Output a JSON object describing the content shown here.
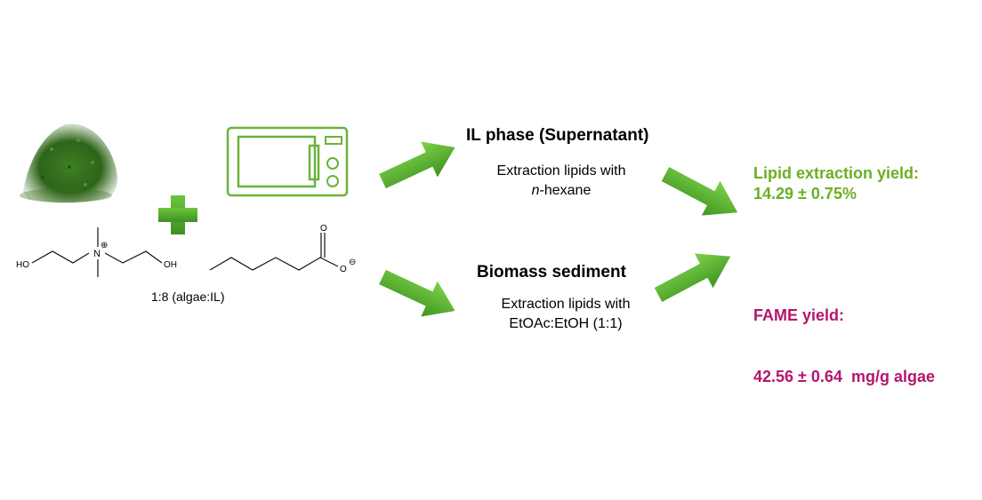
{
  "colors": {
    "arrow_green": "#5db52c",
    "microwave_green": "#6bb33b",
    "algae_green": "#2f6a1a",
    "yield_green": "#6ab023",
    "yield_magenta": "#b5156e"
  },
  "icons": {
    "algae_powder": "algae-powder-icon",
    "plus": "plus-icon",
    "microwave": "microwave-icon"
  },
  "chem": {
    "cation_ho_left": "HO",
    "cation_n": "N",
    "cation_charge": "⊕",
    "cation_oh_right": "OH",
    "anion_o_top": "O",
    "anion_o_right": "O",
    "anion_charge": "⊖"
  },
  "ratio_label": "1:8 (algae:IL)",
  "top_branch": {
    "title": "IL phase (Supernatant)",
    "line1": "Extraction lipids with",
    "line2_italic": "n",
    "line2_rest": "-hexane",
    "result_title": "Lipid extraction yield:",
    "result_value": "14.29 ± 0.75%"
  },
  "bottom_branch": {
    "title": "Biomass sediment",
    "line1": "Extraction lipids with",
    "line2": "EtOAc:EtOH (1:1)",
    "result_title": "FAME yield:",
    "result_value": "42.56 ± 0.64  mg/g algae"
  }
}
